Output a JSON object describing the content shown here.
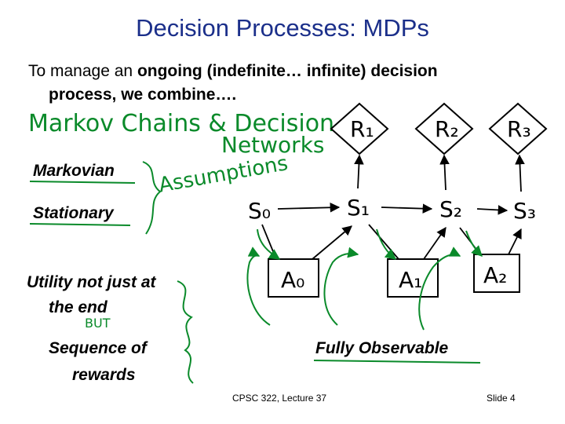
{
  "title": "Decision Processes: MDPs",
  "intro": {
    "line1_plain": "To manage an ",
    "line1_bold": "ongoing (indefinite… infinite) decision",
    "line2_bold": "process, we combine…."
  },
  "handwriting": {
    "line1": "Markov Chains & Decision",
    "line2": "Networks",
    "assumptions": "Assumptions",
    "but": "BUT"
  },
  "assumptions": [
    "Markovian",
    "Stationary"
  ],
  "utility": {
    "line1": "Utility not just at",
    "line2": "the end",
    "seq1": "Sequence of",
    "seq2": "rewards"
  },
  "observability": "Fully Observable",
  "nodes": {
    "states": [
      "S₀",
      "S₁",
      "S₂",
      "S₃"
    ],
    "actions": [
      "A₀",
      "A₁",
      "A₂"
    ],
    "rewards": [
      "R₁",
      "R₂",
      "R₃"
    ]
  },
  "footer": {
    "course": "CPSC 322, Lecture 37",
    "slide": "Slide 4"
  },
  "colors": {
    "title": "#1b2f8a",
    "handwriting": "#0a8a2a",
    "ink": "#000000"
  }
}
